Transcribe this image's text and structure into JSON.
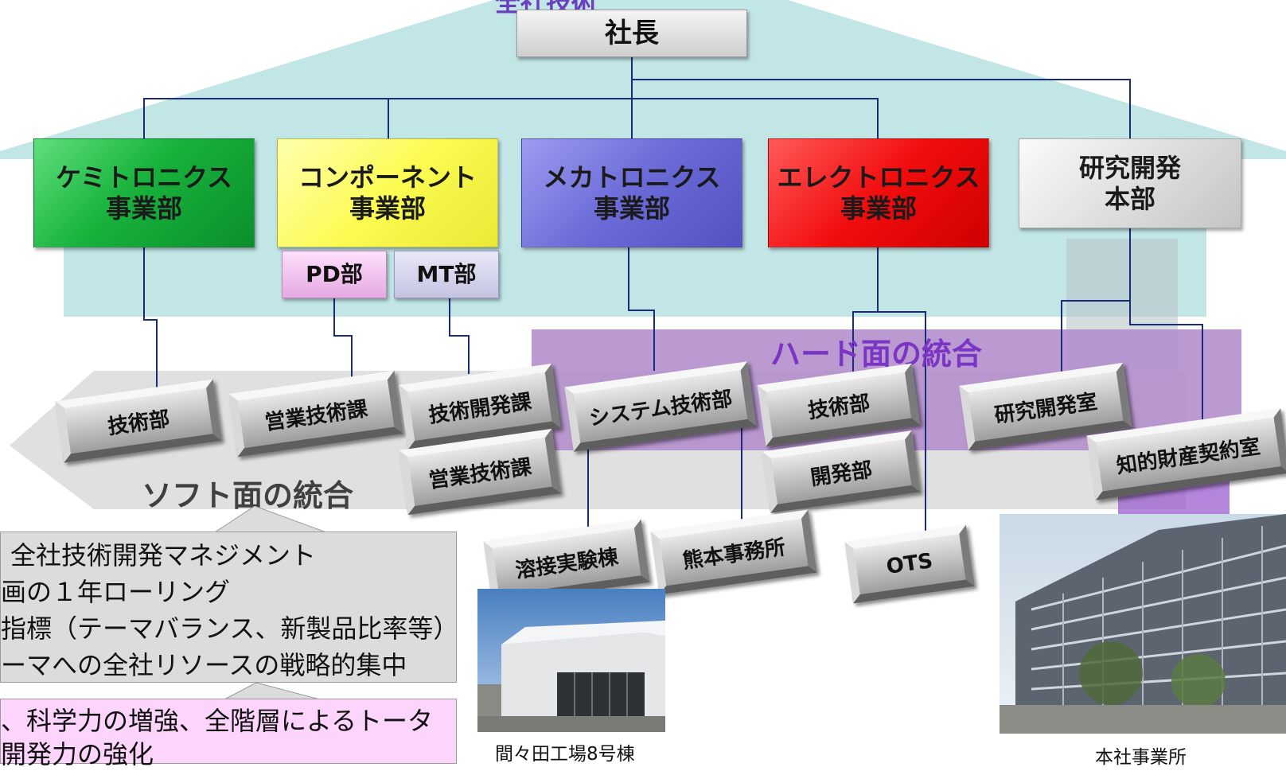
{
  "colors": {
    "house_bg": "#c2e5e6",
    "soft_arrow": "#e0e0e0",
    "hard_band": "#b28ccc",
    "line": "#1c2a7a",
    "chemitronics": "#18b23c",
    "component": "#fbfb52",
    "mechatronics": "#6a6ad8",
    "electronics": "#f20d0d",
    "rnd": "#dadada",
    "note_gray": "#dcdcdc",
    "note_pink": "#fdd4fb"
  },
  "header": {
    "title_partial": "全社技術"
  },
  "president": "社長",
  "divisions": {
    "chemitronics": "ケミトロニクス\n事業部",
    "component": "コンポーネント\n事業部",
    "mechatronics": "メカトロニクス\n事業部",
    "electronics": "エレクトロニクス\n事業部",
    "rnd": "研究開発\n本部"
  },
  "component_subs": {
    "pd": "PD部",
    "mt": "MT部"
  },
  "integration": {
    "hard": "ハード面の統合",
    "soft": "ソフト面の統合"
  },
  "departments": {
    "chem_tech": "技術部",
    "comp_sales_tech": "営業技術課",
    "comp_tech_dev": "技術開発課",
    "comp_sales_tech_2": "営業技術課",
    "mech_system_tech": "システム技術部",
    "elec_tech": "技術部",
    "elec_dev": "開発部",
    "rnd_lab": "研究開発室",
    "rnd_ip": "知的財産契約室",
    "welding_lab": "溶接実験棟",
    "kumamoto_office": "熊本事務所",
    "ots": "OTS"
  },
  "notes": {
    "gray": [
      "全社技術開発マネジメント",
      "画の１年ローリング",
      "指標（テーマバランス、新製品比率等）",
      "ーマへの全社リソースの戦略的集中"
    ],
    "pink": [
      "、科学力の増強、全階層によるトータ",
      "開発力の強化"
    ]
  },
  "photos": {
    "mamada": "間々田工場8号棟",
    "headquarters": "本社事業所"
  }
}
